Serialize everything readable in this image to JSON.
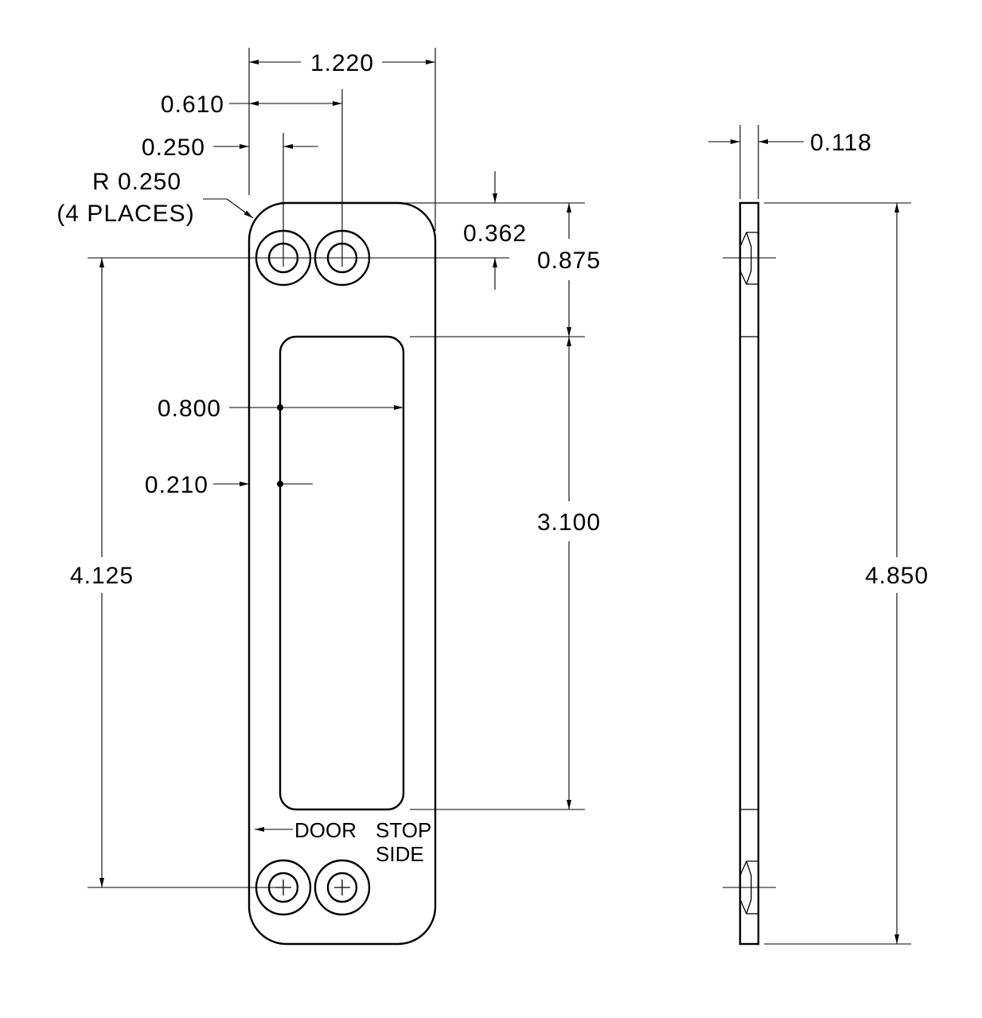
{
  "dimensions": {
    "overall_width": "1.220",
    "hole_spacing": "0.610",
    "hole_edge_offset": "0.250",
    "corner_radius": "R 0.250",
    "corner_radius_note": "(4 PLACES)",
    "top_to_hole": "0.362",
    "top_to_cutout": "0.875",
    "cutout_width": "0.800",
    "cutout_offset": "0.210",
    "cutout_length": "3.100",
    "hole_to_hole": "4.125",
    "thickness": "0.118",
    "overall_length": "4.850"
  },
  "labels": {
    "door_stop_line1_a": "DOOR",
    "door_stop_line1_b": "STOP",
    "door_stop_line2": "SIDE"
  }
}
